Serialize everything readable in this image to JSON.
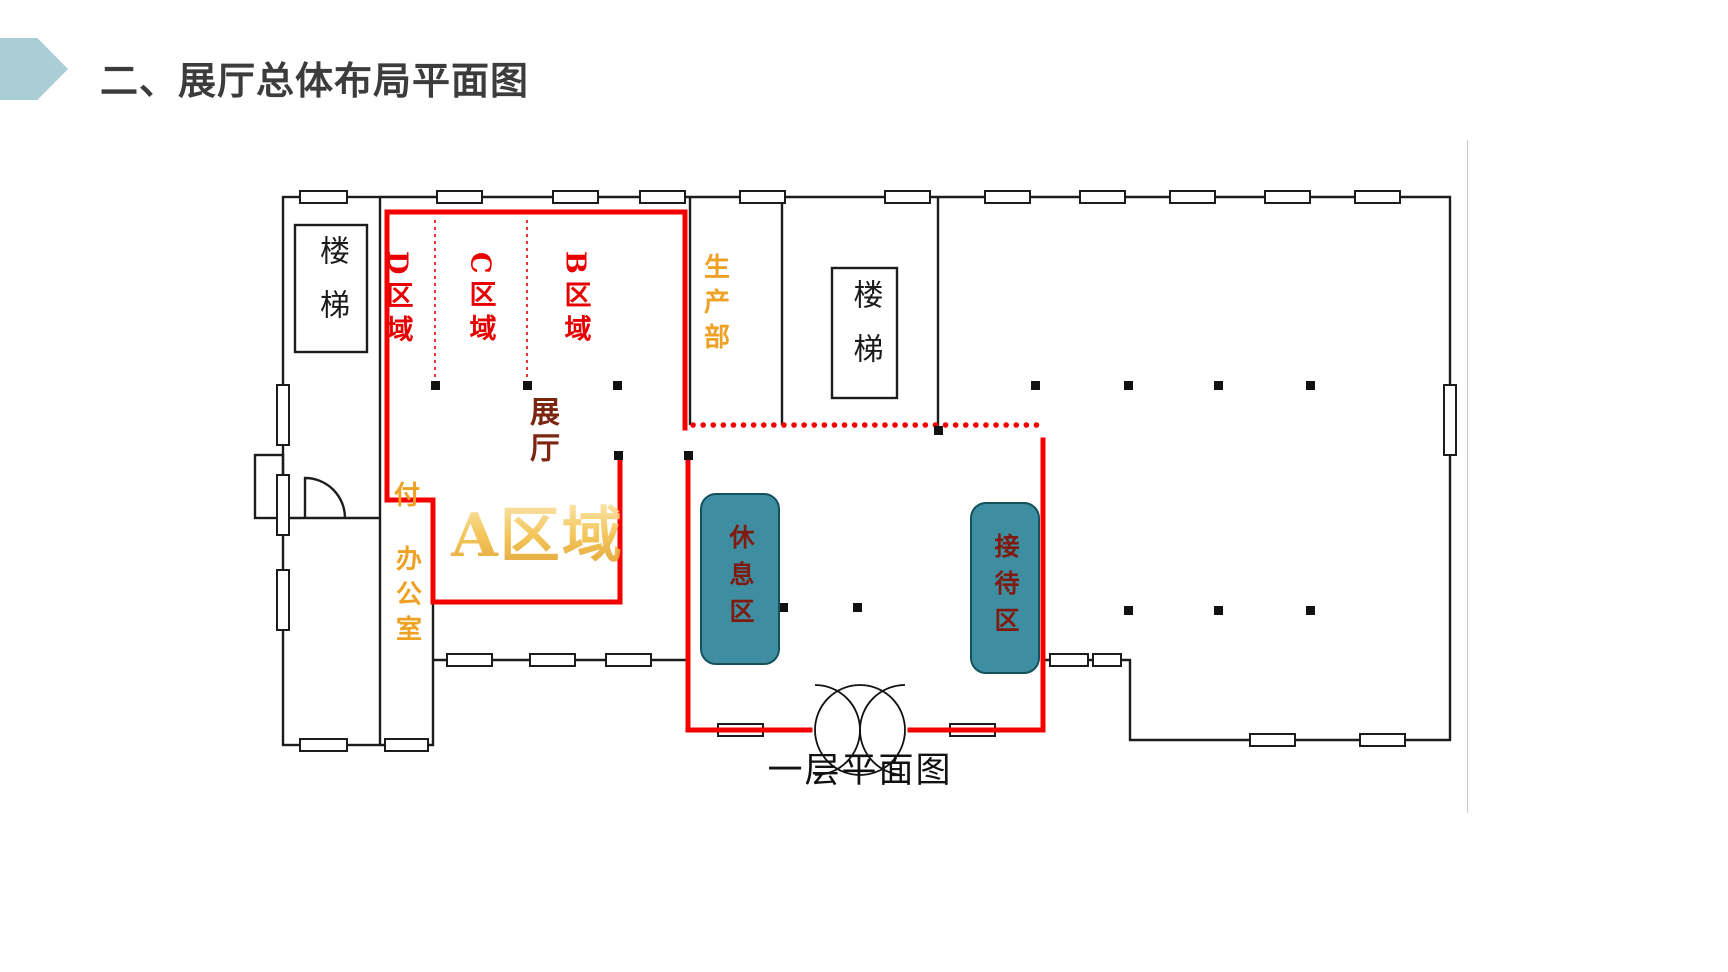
{
  "slide": {
    "title": "二、展厅总体布局平面图"
  },
  "floorplan": {
    "caption": "一层平面图",
    "labels": {
      "stairs_left": "楼梯",
      "stairs_center": "楼梯",
      "zone_d": "D区域",
      "zone_c": "C区域",
      "zone_b": "B区域",
      "production_dept": "生产部",
      "exhibition_hall": "展厅",
      "annex": "付",
      "office": "办公室",
      "zone_a": "A区域",
      "rest_area": "休息区",
      "reception_area": "接待区"
    },
    "colors": {
      "zone_outline_red": "#f40000",
      "zone_label_red": "#e80000",
      "aux_label_orange": "#efa123",
      "hall_label_maroon": "#7a2610",
      "area_box_teal": "#3e8da0",
      "area_box_text_maroon": "#801a0f",
      "wall_black": "#1c1c1c",
      "accent_teal": "#aacdd6"
    }
  }
}
